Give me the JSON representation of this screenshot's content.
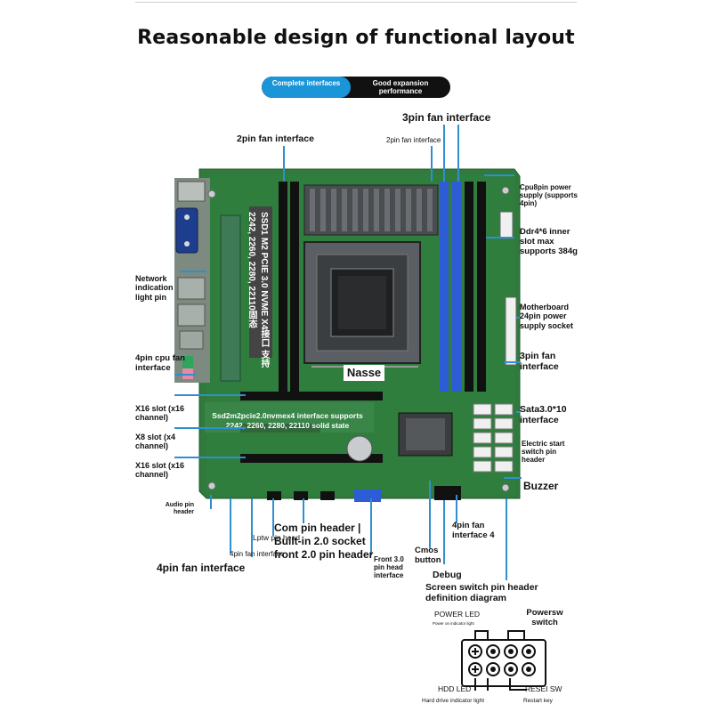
{
  "title": "Reasonable design of functional layout",
  "tabs": {
    "active": "Complete interfaces",
    "inactive": "Good expansion performance"
  },
  "labels": {
    "fan3_top": "3pin fan interface",
    "fan2_left": "2pin fan interface",
    "fan2_small": "2pin fan interface",
    "cpu8": "Cpu8pin power supply (supports 4pin)",
    "ddr4": "Ddr4*6 inner slot max supports 384g",
    "network": "Network indication light pin",
    "pin24": "Motherboard 24pin power supply socket",
    "cpu_fan": "4pin cpu fan interface",
    "fan3_right": "3pin fan interface",
    "x16_top": "X16 slot (x16 channel)",
    "x8": "X8 slot (x4 channel)",
    "x16_bottom": "X16 slot (x16 channel)",
    "sata": "Sata3.0*10 interface",
    "estart": "Electric start switch pin header",
    "buzzer": "Buzzer",
    "audio": "Audio pin header",
    "ssd_note": "Ssd2m2pcie2.0nvmex4 interface supports 2242, 2260, 2280, 22110 solid state",
    "com": "Com pin header | Built-in 2.0 socket front 2.0 pin header",
    "lpt": "Lptw pin head",
    "fan4_small": "4pin fan interface",
    "fan4_big": "4pin fan interface",
    "front3": "Front 3.0 pin head interface",
    "cmos": "Cmos button",
    "debug": "Debug",
    "fan4_4": "4pin fan interface 4",
    "nasse": "Nasse",
    "ssd1_vertical": "SSD1 M2 PCIE 3.0 NVME X4接口 支持2242, 2260, 2280, 22110固态",
    "switch_title": "Screen switch pin header definition diagram",
    "power_led": "POWER LED",
    "power_led_sub": "Power on indicator light",
    "powersw": "Powersw switch",
    "hdd_led": "HDD LED",
    "hdd_led_sub": "Hard drive indicator light",
    "resei": "RESEI SW",
    "restart": "Restart key"
  },
  "colors": {
    "accent": "#1a95d8",
    "pcb": "#2f7a3c",
    "dimm_blue": "#2e5bd6",
    "leader": "#2f8fd0"
  }
}
